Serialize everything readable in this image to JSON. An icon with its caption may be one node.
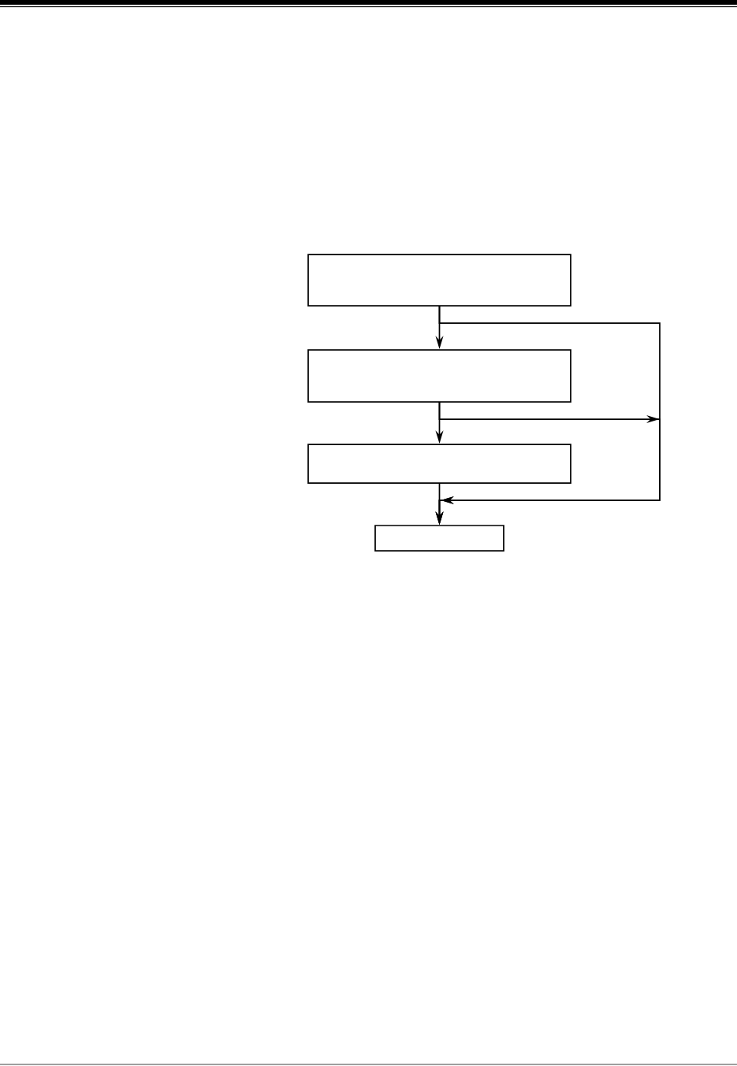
{
  "diagram": {
    "nodes": [
      {
        "text": [],
        "shape": "box"
      },
      {
        "text": [],
        "shape": "box"
      },
      {
        "text": [],
        "shape": "box"
      },
      {
        "text": [],
        "shape": "box"
      }
    ],
    "edges": [
      {
        "from": 0,
        "to": 1,
        "arrow": "to"
      },
      {
        "from": 1,
        "to": 2,
        "arrow": "to"
      },
      {
        "from": 2,
        "to": 3,
        "arrow": "to"
      },
      {
        "from": 0,
        "to": 3,
        "arrow": "to"
      },
      {
        "from": 1,
        "to": 3,
        "arrow": "to"
      }
    ]
  }
}
